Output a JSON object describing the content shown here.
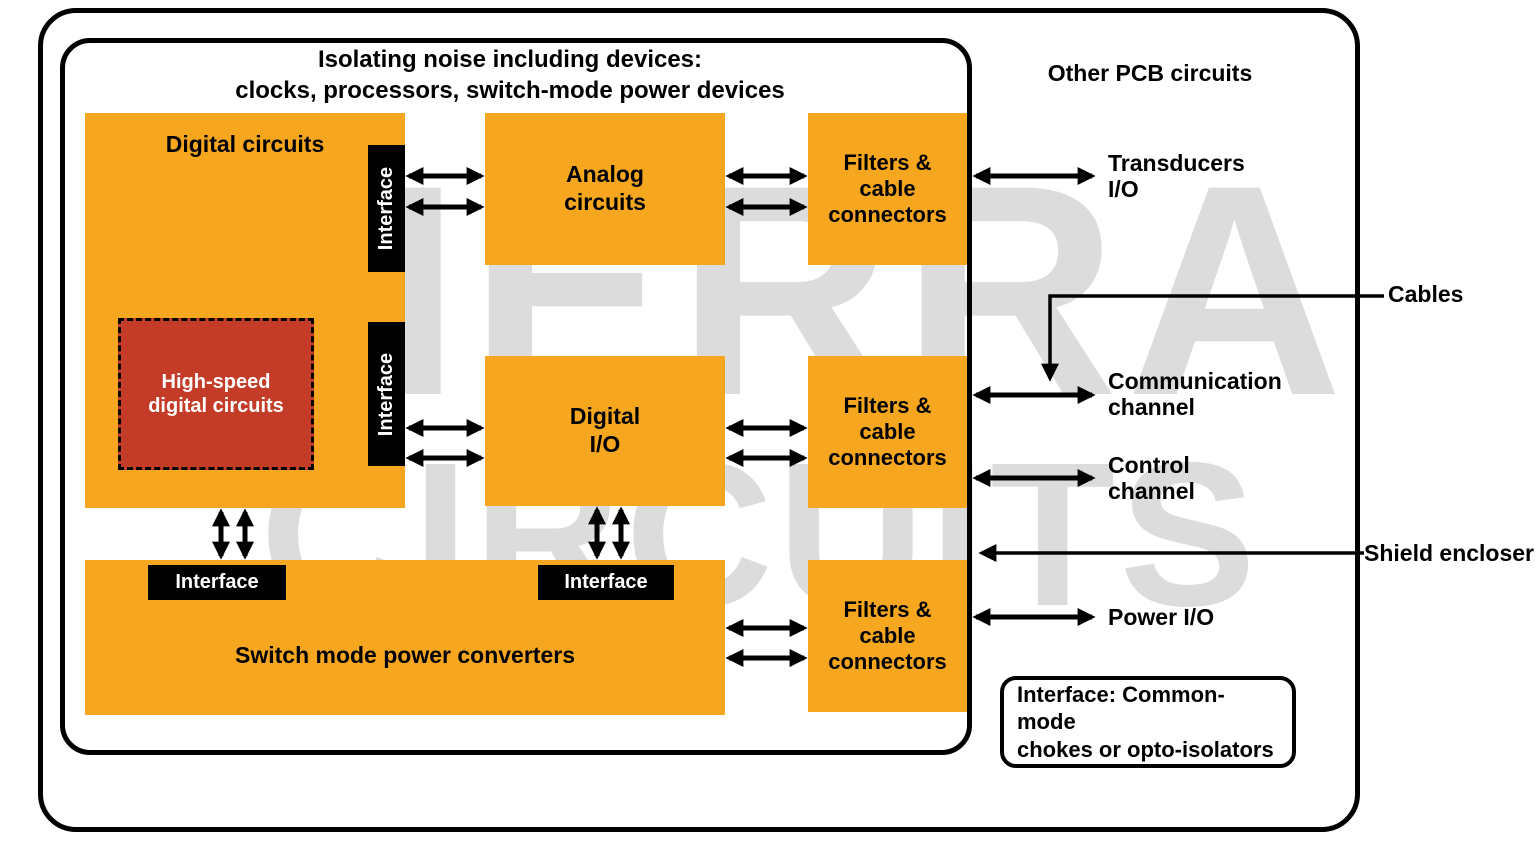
{
  "colors": {
    "block_orange": "#F6A71F",
    "high_speed_red": "#C43B28",
    "watermark_gray": "#DCDCDC",
    "line_black": "#000000"
  },
  "watermark": {
    "line1": "SIERRA",
    "line2": "CIRCUITS"
  },
  "isolating_region": {
    "title": "Isolating noise including devices:\nclocks, processors, switch-mode power devices"
  },
  "other_pcb_label": "Other PCB circuits",
  "blocks": {
    "digital_circuits": "Digital circuits",
    "high_speed_digital": "High-speed\ndigital circuits",
    "analog_circuits": "Analog\ncircuits",
    "filters_cable_connectors": "Filters &\ncable\nconnectors",
    "digital_io": "Digital\nI/O",
    "switch_mode": "Switch mode power converters",
    "interface_label": "Interface"
  },
  "right_labels": {
    "transducers_io": "Transducers\nI/O",
    "cables": "Cables",
    "communication_channel": "Communication\nchannel",
    "control_channel": "Control\nchannel",
    "shield_encloser": "Shield encloser",
    "power_io": "Power I/O"
  },
  "note": {
    "text": "Interface: Common-mode\nchokes  or opto-isolators"
  }
}
